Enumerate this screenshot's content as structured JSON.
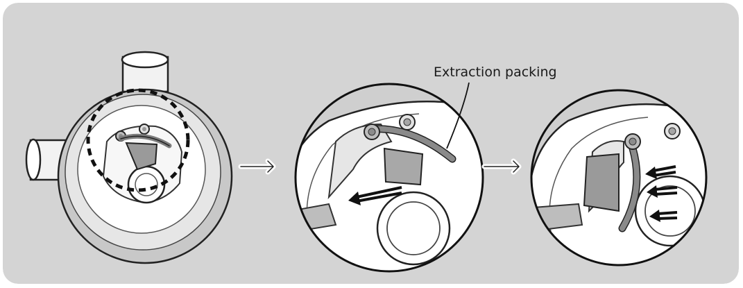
{
  "callout": {
    "label": "Extraction packing"
  },
  "colors": {
    "panel": "#d4d4d4",
    "outline": "#222222",
    "part_white": "#ffffff",
    "part_light": "#eaeaea",
    "part_mid": "#bdbdbd",
    "part_dark": "#8c8c8c"
  },
  "steps": [
    {
      "id": "step-1"
    },
    {
      "id": "step-2"
    },
    {
      "id": "step-3"
    }
  ]
}
